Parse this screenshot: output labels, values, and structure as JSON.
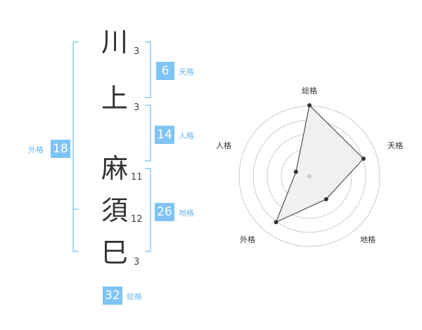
{
  "name_chars": [
    {
      "char": "川",
      "strokes": "3"
    },
    {
      "char": "上",
      "strokes": "3"
    },
    {
      "char": "麻",
      "strokes": "11"
    },
    {
      "char": "須",
      "strokes": "12"
    },
    {
      "char": "巳",
      "strokes": "3"
    }
  ],
  "fortunes": {
    "tenkaku": {
      "value": "6",
      "label": "天格"
    },
    "jinkaku": {
      "value": "14",
      "label": "人格"
    },
    "chikaku": {
      "value": "26",
      "label": "地格"
    },
    "gaikaku": {
      "value": "18",
      "label": "外格"
    },
    "soukaku": {
      "value": "32",
      "label": "総格"
    }
  },
  "radar": {
    "axes": [
      "総格",
      "天格",
      "地格",
      "外格",
      "人格"
    ],
    "values": [
      5,
      4,
      2,
      4,
      1
    ],
    "max": 5
  },
  "colors": {
    "badge": "#7fc4f3",
    "label": "#6cb6ec",
    "bracket": "#8ccbf2",
    "chart_fill": "#f0f0f0",
    "chart_stroke": "#333333",
    "ring": "#cccccc"
  }
}
